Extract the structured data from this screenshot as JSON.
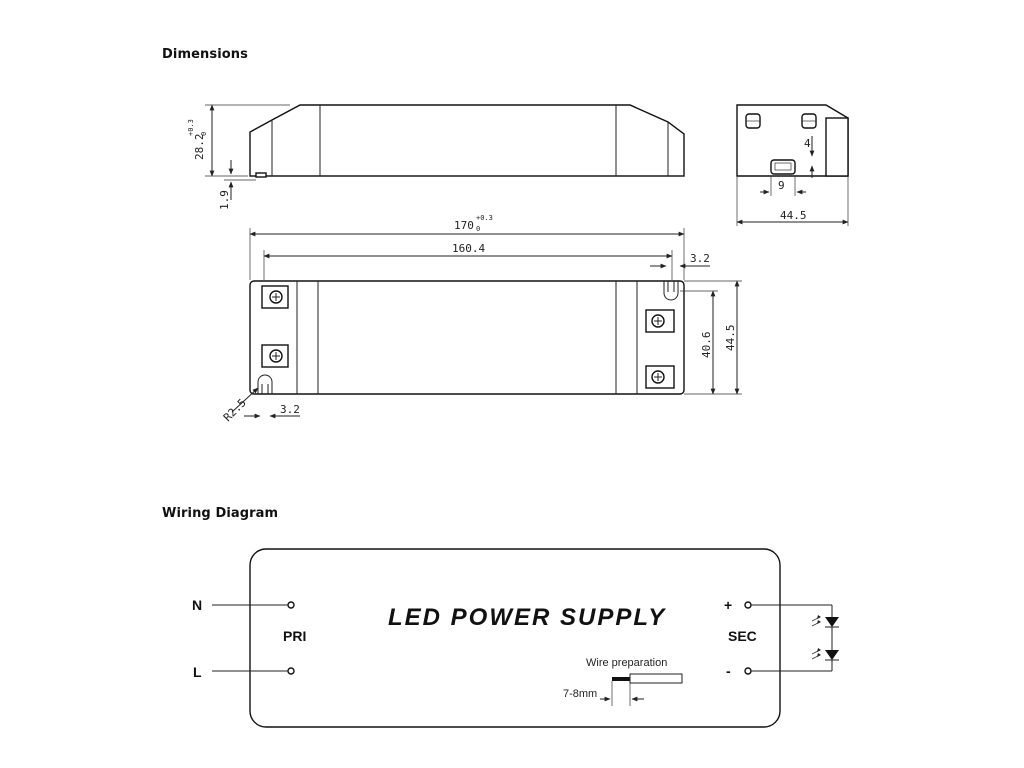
{
  "headings": {
    "dimensions": "Dimensions",
    "wiring": "Wiring Diagram"
  },
  "dimensions": {
    "height_main": "28.2",
    "height_tol_plus": "+0.3",
    "height_tol_zero": "0",
    "foot_height": "1.9",
    "length_total_main": "170",
    "length_total_tol_plus": "+0.3",
    "length_total_tol_zero": "0",
    "hole_spacing": "160.4",
    "slot_width_top": "3.2",
    "slot_width_bottom": "3.2",
    "inner_width": "40.6",
    "width_total": "44.5",
    "radius": "R2.5",
    "end_width": "44.5",
    "end_offset": "9",
    "end_height": "4"
  },
  "wiring": {
    "title": "LED POWER SUPPLY",
    "n_label": "N",
    "l_label": "L",
    "pri_label": "PRI",
    "sec_label": "SEC",
    "plus_label": "+",
    "minus_label": "-",
    "wire_prep_label": "Wire preparation",
    "strip_length": "7-8mm"
  }
}
